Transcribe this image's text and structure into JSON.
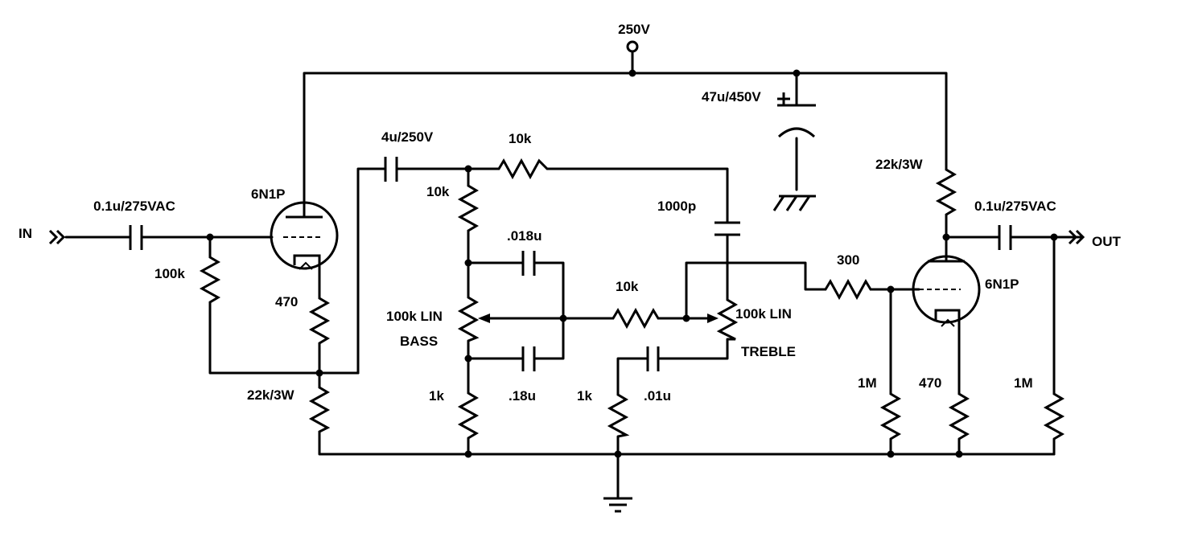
{
  "labels": {
    "supply": "250V",
    "input": "IN",
    "output": "OUT",
    "c_in": "0.1u/275VAC",
    "c_out": "0.1u/275VAC",
    "c_coupling": "4u/250V",
    "c_filter": "47u/450V",
    "c_plus": "+",
    "tube_1": "6N1P",
    "tube_2": "6N1P",
    "r_grid_1": "100k",
    "r_cathode_1": "470",
    "r_load_1": "22k/3W",
    "r_stack_top": "10k",
    "r_series_top": "10k",
    "c_treble": "1000p",
    "c_bass_top": ".018u",
    "c_bass_bottom": ".18u",
    "pot_bass": "100k LIN",
    "pot_bass_name": "BASS",
    "r_mid": "10k",
    "pot_treble": "100k LIN",
    "pot_treble_name": "TREBLE",
    "r_stack_bottom": "1k",
    "r_treble_bottom": "1k",
    "c_treble_shunt": ".01u",
    "r_grid_stop": "300",
    "r_plate_2": "22k/3W",
    "r_grid_2": "1M",
    "r_cathode_2": "470",
    "r_out": "1M"
  }
}
